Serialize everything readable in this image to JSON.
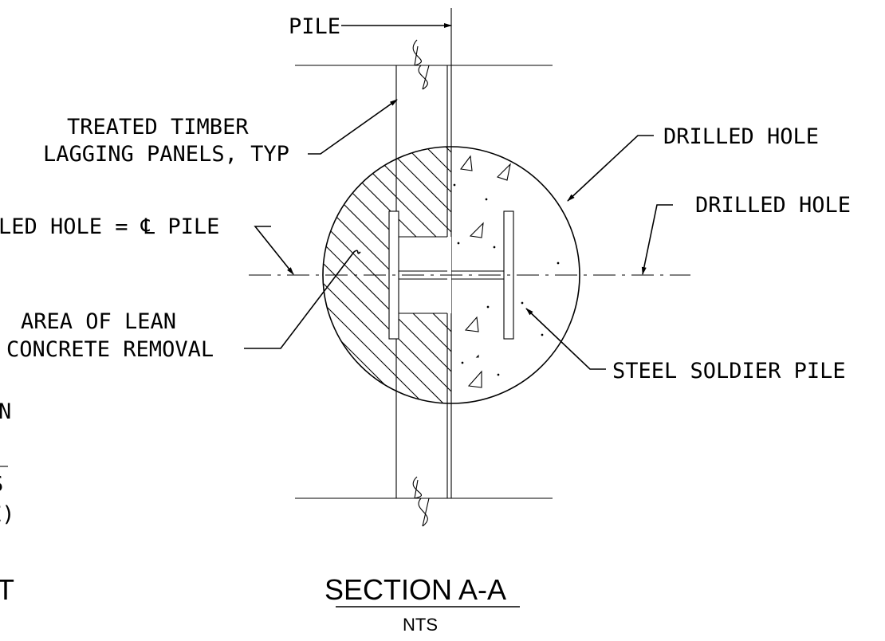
{
  "labels": {
    "pile_top": "PILE",
    "lagging_line1": "TREATED TIMBER",
    "lagging_line2": "LAGGING PANELS, TYP",
    "drilled_hole_1": "DRILLED HOLE",
    "drilled_hole_2": "DRILLED HOLE",
    "cl_drilled_hole": "LED HOLE = ℄ PILE",
    "lean_line1": "AREA OF LEAN",
    "lean_line2": "CONCRETE REMOVAL",
    "steel_pile": "STEEL SOLDIER PILE",
    "partial_n": "N",
    "partial_s": "S",
    "partial_e": "E)",
    "partial_t": "T"
  },
  "title": {
    "main": "SECTION A-A",
    "scale": "NTS"
  }
}
